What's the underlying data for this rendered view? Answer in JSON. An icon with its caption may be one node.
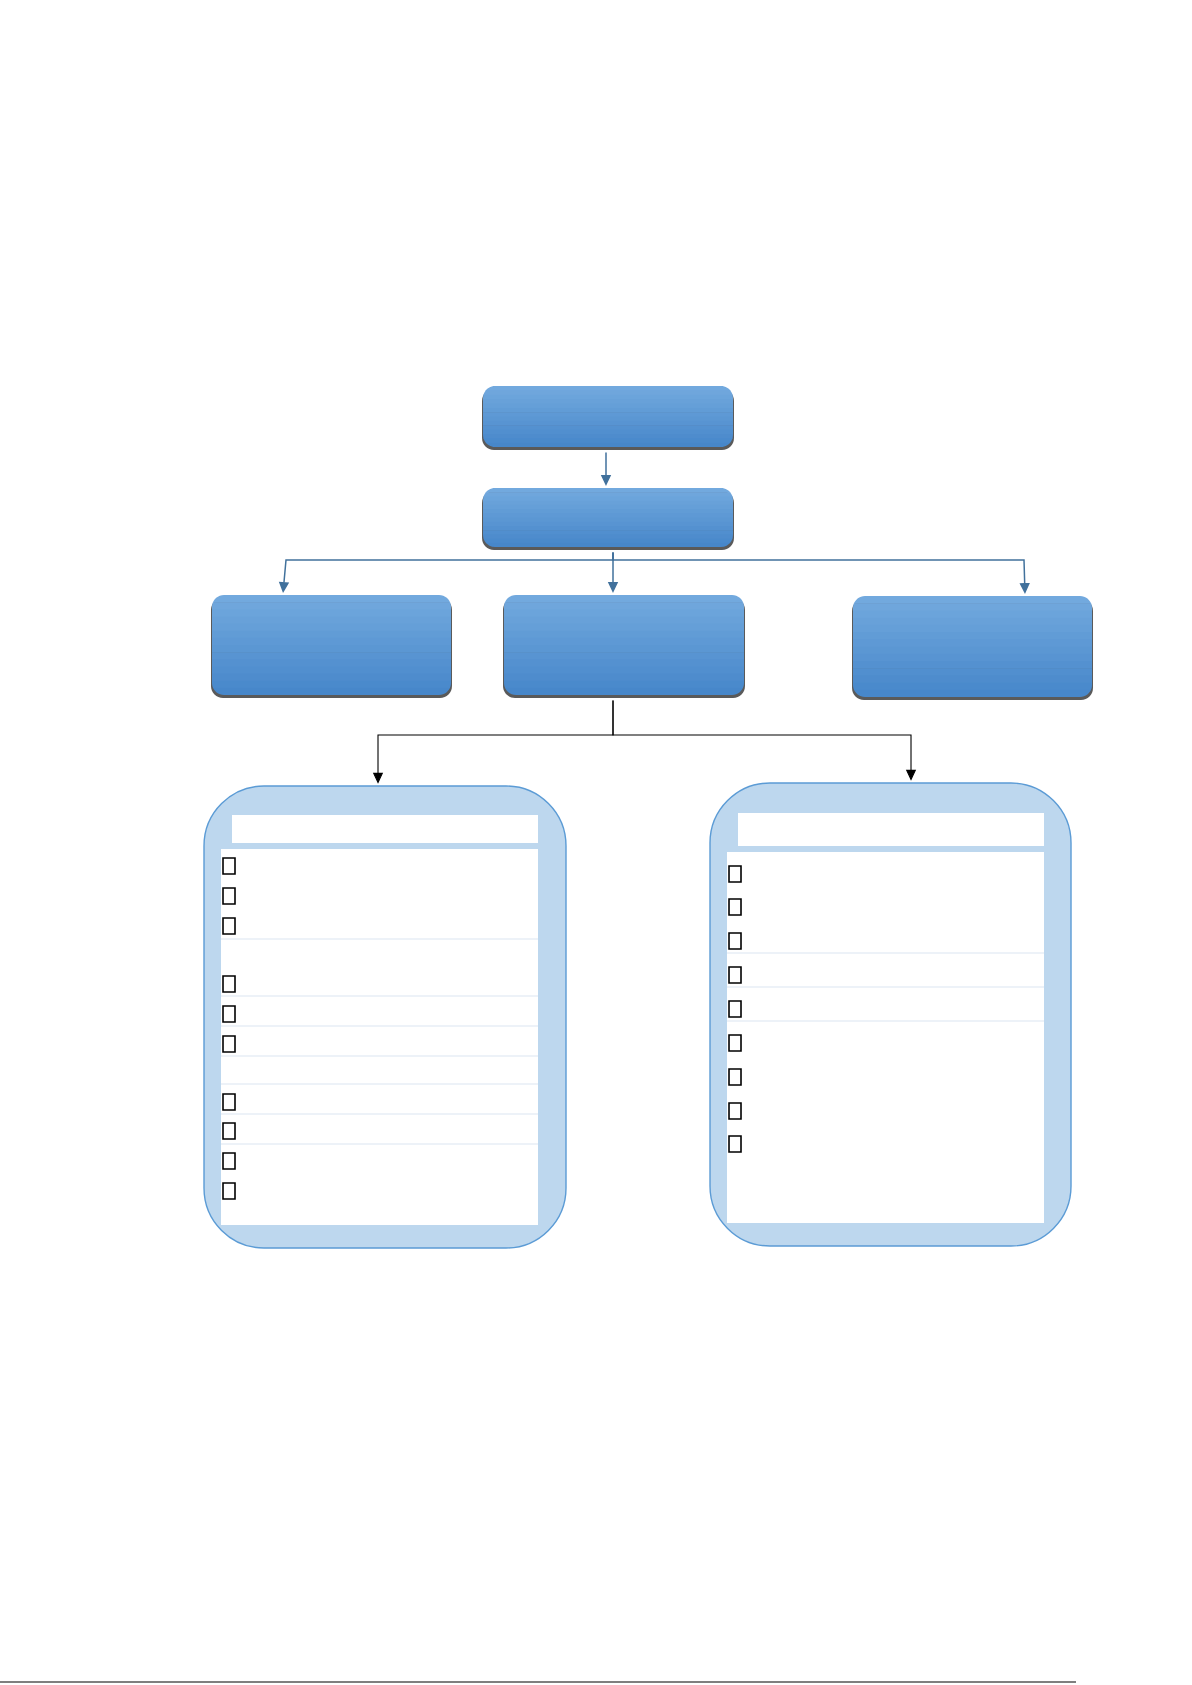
{
  "diagram": {
    "nodes": [
      {
        "text": [],
        "shape": "box"
      },
      {
        "text": [],
        "shape": "box"
      },
      {
        "text": [],
        "shape": "box"
      },
      {
        "text": [],
        "shape": "box"
      },
      {
        "text": [],
        "shape": "box"
      },
      {
        "text": [],
        "shape": "box"
      },
      {
        "text": [],
        "shape": "box"
      }
    ],
    "edges": [
      {
        "from": 0,
        "to": 1,
        "arrow": "to"
      },
      {
        "from": 1,
        "to": 2,
        "arrow": "to"
      },
      {
        "from": 1,
        "to": 3,
        "arrow": "to"
      },
      {
        "from": 1,
        "to": 4,
        "arrow": "to"
      },
      {
        "from": 3,
        "to": 5,
        "arrow": "to",
        "color": "#000000"
      },
      {
        "from": 3,
        "to": 6,
        "arrow": "to",
        "color": "#000000"
      }
    ]
  }
}
